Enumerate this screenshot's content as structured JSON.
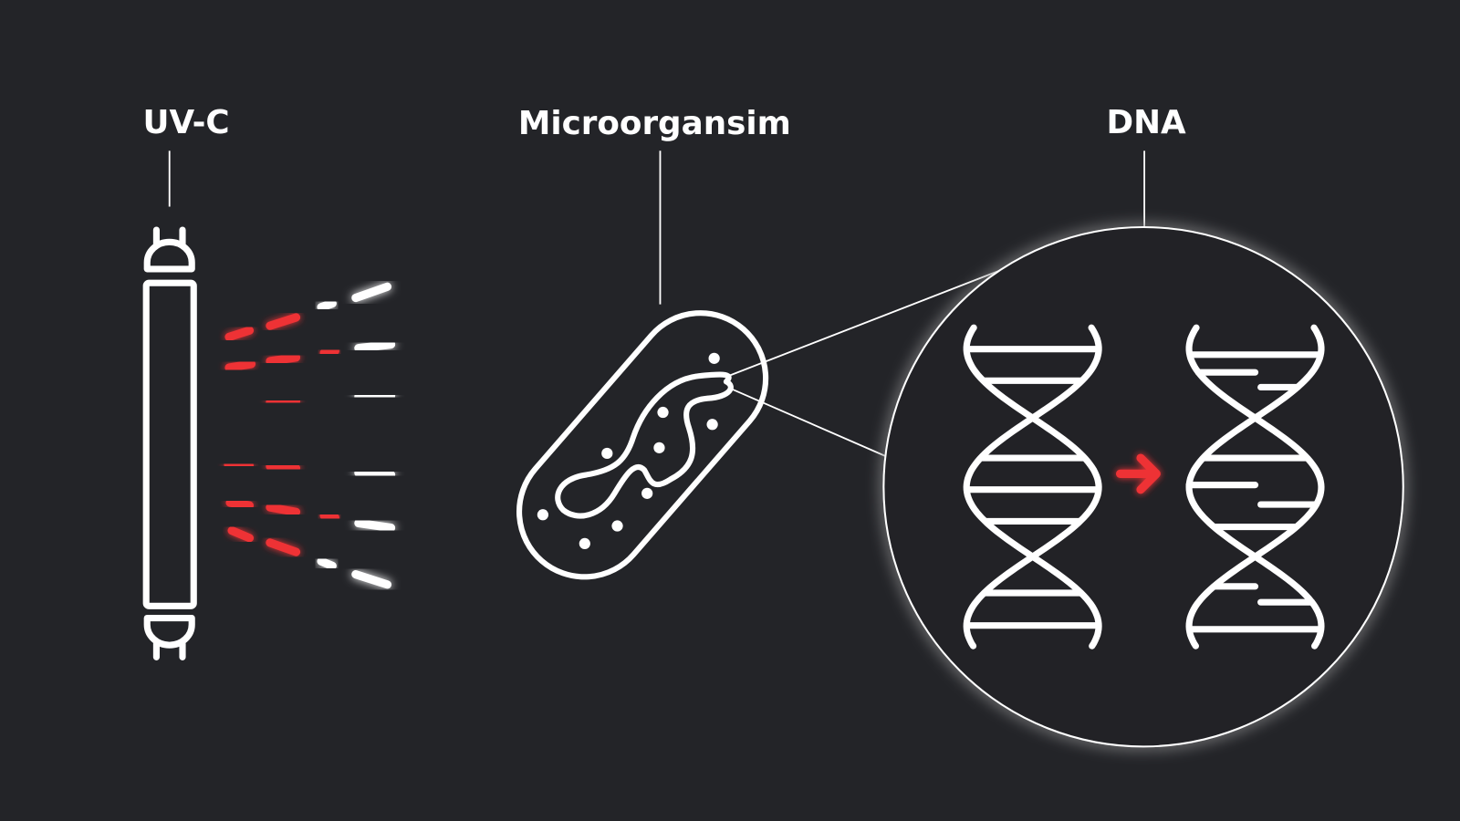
{
  "labels": {
    "uvc": "UV-C",
    "microorganism": "Microorgansim",
    "dna": "DNA"
  },
  "colors": {
    "background": "#232428",
    "line": "#ffffff",
    "uv_red": "#ee3136",
    "arrow": "#ee3136"
  },
  "icons": [
    "uv-lamp-icon",
    "uv-rays-icon",
    "bacterium-icon",
    "dna-helix-intact-icon",
    "arrow-right-icon",
    "dna-helix-damaged-icon",
    "magnifier-circle-icon"
  ]
}
